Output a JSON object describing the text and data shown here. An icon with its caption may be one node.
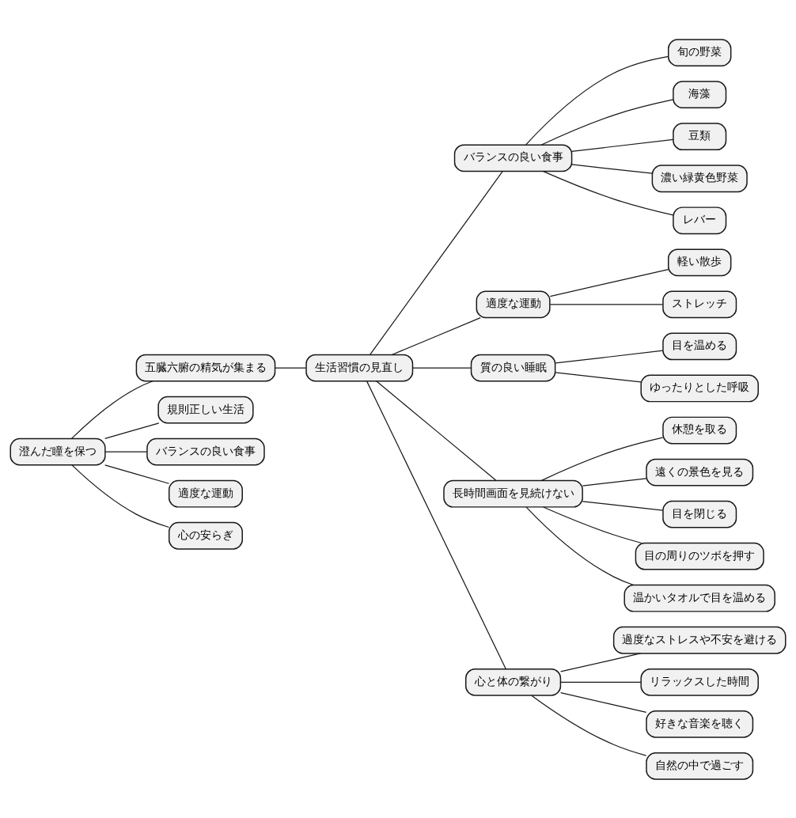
{
  "diagram": {
    "nodes": [
      {
        "text": [
          "澄んだ瞳を保つ"
        ]
      },
      {
        "text": [
          "五臓六腑の精気が集まる"
        ]
      },
      {
        "text": [
          "生活習慣の見直し"
        ]
      },
      {
        "text": [
          "バランスの良い食事"
        ]
      },
      {
        "text": [
          "旬の野菜"
        ]
      },
      {
        "text": [
          "海藻"
        ]
      },
      {
        "text": [
          "豆類"
        ]
      },
      {
        "text": [
          "濃い緑黄色野菜"
        ]
      },
      {
        "text": [
          "レバー"
        ]
      },
      {
        "text": [
          "適度な運動"
        ]
      },
      {
        "text": [
          "軽い散歩"
        ]
      },
      {
        "text": [
          "ストレッチ"
        ]
      },
      {
        "text": [
          "質の良い睡眠"
        ]
      },
      {
        "text": [
          "目を温める"
        ]
      },
      {
        "text": [
          "ゆったりとした呼吸"
        ]
      },
      {
        "text": [
          "長時間画面を見続けない"
        ]
      },
      {
        "text": [
          "休憩を取る"
        ]
      },
      {
        "text": [
          "遠くの景色を見る"
        ]
      },
      {
        "text": [
          "目を閉じる"
        ]
      },
      {
        "text": [
          "目の周りのツボを押す"
        ]
      },
      {
        "text": [
          "温かいタオルで目を温める"
        ]
      },
      {
        "text": [
          "心と体の繋がり"
        ]
      },
      {
        "text": [
          "過度なストレスや不安を避ける"
        ]
      },
      {
        "text": [
          "リラックスした時間"
        ]
      },
      {
        "text": [
          "好きな音楽を聴く"
        ]
      },
      {
        "text": [
          "自然の中で過ごす"
        ]
      },
      {
        "text": [
          "規則正しい生活"
        ]
      },
      {
        "text": [
          "バランスの良い食事"
        ]
      },
      {
        "text": [
          "適度な運動"
        ]
      },
      {
        "text": [
          "心の安らぎ"
        ]
      }
    ],
    "edges": [
      {
        "from": 0,
        "to": 1,
        "arrow": "none"
      },
      {
        "from": 1,
        "to": 2,
        "arrow": "none"
      },
      {
        "from": 2,
        "to": 3,
        "arrow": "none"
      },
      {
        "from": 3,
        "to": 4,
        "arrow": "none"
      },
      {
        "from": 3,
        "to": 5,
        "arrow": "none"
      },
      {
        "from": 3,
        "to": 6,
        "arrow": "none"
      },
      {
        "from": 3,
        "to": 7,
        "arrow": "none"
      },
      {
        "from": 3,
        "to": 8,
        "arrow": "none"
      },
      {
        "from": 2,
        "to": 9,
        "arrow": "none"
      },
      {
        "from": 9,
        "to": 10,
        "arrow": "none"
      },
      {
        "from": 9,
        "to": 11,
        "arrow": "none"
      },
      {
        "from": 2,
        "to": 12,
        "arrow": "none"
      },
      {
        "from": 12,
        "to": 13,
        "arrow": "none"
      },
      {
        "from": 12,
        "to": 14,
        "arrow": "none"
      },
      {
        "from": 2,
        "to": 15,
        "arrow": "none"
      },
      {
        "from": 15,
        "to": 16,
        "arrow": "none"
      },
      {
        "from": 15,
        "to": 17,
        "arrow": "none"
      },
      {
        "from": 15,
        "to": 18,
        "arrow": "none"
      },
      {
        "from": 15,
        "to": 19,
        "arrow": "none"
      },
      {
        "from": 15,
        "to": 20,
        "arrow": "none"
      },
      {
        "from": 2,
        "to": 21,
        "arrow": "none"
      },
      {
        "from": 21,
        "to": 22,
        "arrow": "none"
      },
      {
        "from": 21,
        "to": 23,
        "arrow": "none"
      },
      {
        "from": 21,
        "to": 24,
        "arrow": "none"
      },
      {
        "from": 21,
        "to": 25,
        "arrow": "none"
      },
      {
        "from": 0,
        "to": 26,
        "arrow": "none"
      },
      {
        "from": 0,
        "to": 27,
        "arrow": "none"
      },
      {
        "from": 0,
        "to": 28,
        "arrow": "none"
      },
      {
        "from": 0,
        "to": 29,
        "arrow": "none"
      }
    ]
  }
}
